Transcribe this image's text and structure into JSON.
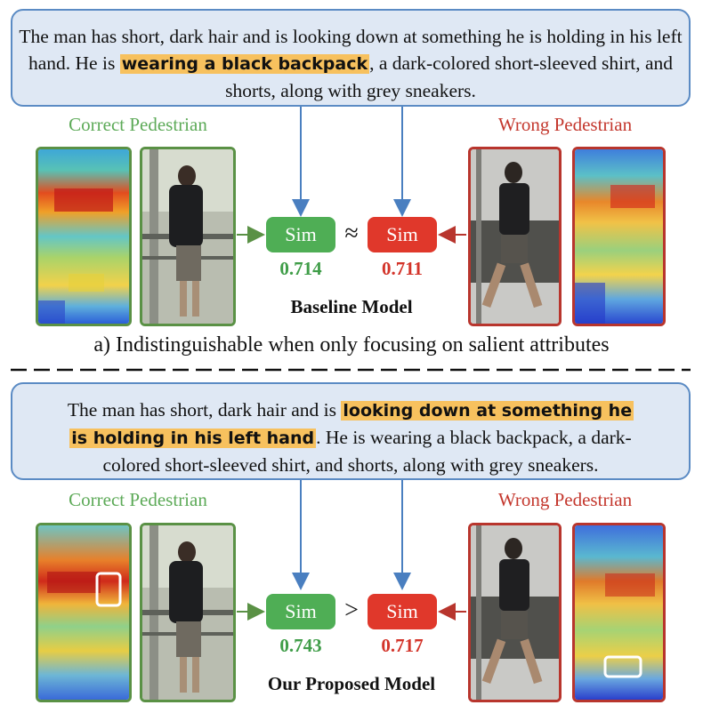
{
  "panel_a": {
    "description_pre": "The man has short, dark hair and is looking down at something he is holding in his left hand. He is ",
    "description_highlight": "wearing a black backpack",
    "description_post": ", a dark-colored short-sleeved shirt, and shorts, along with grey sneakers.",
    "correct_label": "Correct Pedestrian",
    "wrong_label": "Wrong Pedestrian",
    "sim_left": "Sim",
    "sim_right": "Sim",
    "operator": "≈",
    "score_left": "0.714",
    "score_right": "0.711",
    "model_name": "Baseline Model",
    "caption": "a) Indistinguishable when only focusing on salient attributes"
  },
  "panel_b": {
    "description_pre": "The man has short, dark hair and is ",
    "description_highlight_1": "looking down at something he",
    "description_highlight_2": "is holding in his left hand",
    "description_post_1": ". He is wearing a black backpack, a dark-",
    "description_post_2": "colored short-sleeved shirt, and shorts, along with grey sneakers.",
    "correct_label": "Correct Pedestrian",
    "wrong_label": "Wrong Pedestrian",
    "sim_left": "Sim",
    "sim_right": "Sim",
    "operator": ">",
    "score_left": "0.743",
    "score_right": "0.717",
    "model_name": "Our Proposed Model"
  },
  "colors": {
    "text_box_fill": "#dfe8f4",
    "text_box_border": "#5b8bc4",
    "highlight": "#f7c15e",
    "correct_green": "#5a9145",
    "wrong_red": "#b8352d",
    "arrow_blue": "#4a7fc0"
  }
}
